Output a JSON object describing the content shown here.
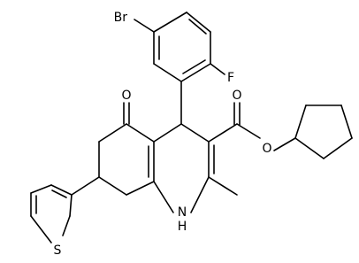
{
  "structure": {
    "atoms": {
      "br": "Br",
      "f": "F",
      "ketone_o": "O",
      "ester_o_carbonyl": "O",
      "ester_o_ether": "O",
      "amine": "N",
      "amine_h": "H",
      "thiophene_s": "S"
    }
  }
}
